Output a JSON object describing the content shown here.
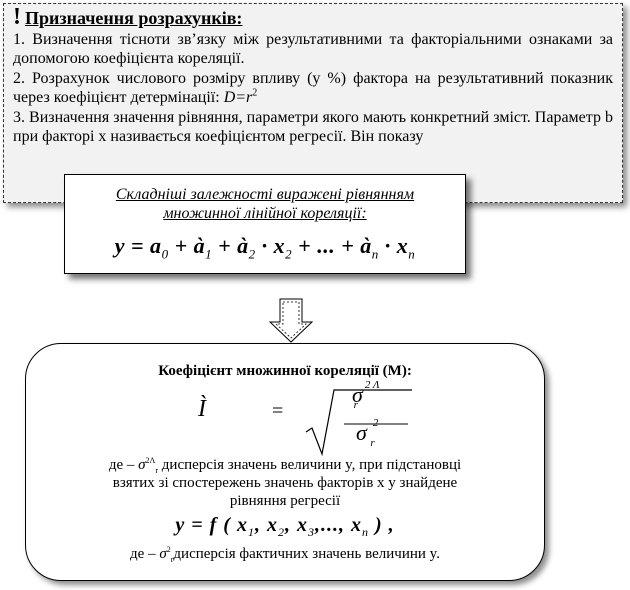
{
  "top": {
    "exclamation": "!",
    "title": "Призначення розрахунків:",
    "p1": "1. Визначення тісноти зв’язку між результативними та факторіальними ознаками за допомогою коефіцієнта кореляції.",
    "p2_main": "2. Розрахунок числового розміру впливу (у %) фактора на результативний показник через коефіцієнт детермінації: ",
    "p2_formula": "D=r",
    "p2_exp": "2",
    "p3": "3. Визначення значення рівняння, параметри якого мають конкретний зміст. Параметр b при факторі x називається коефіцієнтом регресії. Він показу"
  },
  "middle": {
    "title_line1": "Складніші залежності виражені рівнянням",
    "title_line2": "множинної лінійної кореляції:",
    "eq_lhs": "y = a",
    "eq_sub0": "0",
    "eq_plus1": " + à",
    "eq_sub1": "1",
    "eq_plus2": "  + à",
    "eq_sub2": "2",
    "eq_x2": " · x",
    "eq_sub2b": "2",
    "eq_dots": " + ... + à",
    "eq_subn": "n",
    "eq_xn": " · x",
    "eq_subnb": "n"
  },
  "bottom": {
    "title": "Коефіцієнт множинної кореляції (М):",
    "m_lhs": "Ì",
    "m_eq": "=",
    "m_num": "σ",
    "m_num_sup": "2 Λ",
    "m_num_sub": "r",
    "m_den": "σ",
    "m_den_sup": "2",
    "m_den_sub": "r",
    "desc1_pre": "де – ",
    "desc1_sym": "σ",
    "desc1_sup": "2Λ",
    "desc1_sub": "r",
    "desc1_text": " дисперсія значень величини y, при підстановці",
    "desc2": "взятих зі спостережень значень факторів x у знайдене",
    "desc3": "рівняння регресії",
    "reg_lhs": "y = f ( x",
    "reg_s1": "1",
    "reg_c1": ", x",
    "reg_s2": "2",
    "reg_c2": ", x",
    "reg_s3": "3",
    "reg_c3": ",..., x",
    "reg_sn": "n",
    "reg_end": " ) ,",
    "desc4_pre": "де – ",
    "desc4_sym": "σ",
    "desc4_sup": "2",
    "desc4_sub": "r",
    "desc4_text": "дисперсія фактичних значень величини y."
  }
}
